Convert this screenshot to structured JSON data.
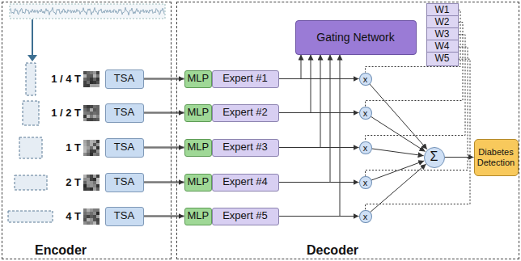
{
  "diagram": {
    "nodes": [
      {
        "text": [
          "Encoder"
        ]
      },
      {
        "text": [
          "TSA"
        ],
        "in": 0
      },
      {
        "text": [
          "TSA"
        ],
        "in": 0
      },
      {
        "text": [
          "TSA"
        ],
        "in": 0
      },
      {
        "text": [
          "TSA"
        ],
        "in": 0
      },
      {
        "text": [
          "TSA"
        ],
        "in": 0
      },
      {
        "text": [
          "Decoder"
        ]
      },
      {
        "text": [
          "Gating Network"
        ],
        "in": 6
      },
      {
        "text": [
          "W1"
        ],
        "in": 6
      },
      {
        "text": [
          "W2"
        ],
        "in": 6
      },
      {
        "text": [
          "W3"
        ],
        "in": 6
      },
      {
        "text": [
          "W4"
        ],
        "in": 6
      },
      {
        "text": [
          "W5"
        ],
        "in": 6
      },
      {
        "text": [
          "MLP"
        ],
        "in": 6
      },
      {
        "text": [
          "MLP"
        ],
        "in": 6
      },
      {
        "text": [
          "MLP"
        ],
        "in": 6
      },
      {
        "text": [
          "MLP"
        ],
        "in": 6
      },
      {
        "text": [
          "MLP"
        ],
        "in": 6
      },
      {
        "text": [
          "Expert #1"
        ],
        "in": 6
      },
      {
        "text": [
          "Expert #2"
        ],
        "in": 6
      },
      {
        "text": [
          "Expert #3"
        ],
        "in": 6
      },
      {
        "text": [
          "Expert #4"
        ],
        "in": 6
      },
      {
        "text": [
          "Expert #5"
        ],
        "in": 6
      },
      {
        "text": [
          "x"
        ],
        "in": 6
      },
      {
        "text": [
          "x"
        ],
        "in": 6
      },
      {
        "text": [
          "x"
        ],
        "in": 6
      },
      {
        "text": [
          "x"
        ],
        "in": 6
      },
      {
        "text": [
          "x"
        ],
        "in": 6
      },
      {
        "text": [
          "Σ"
        ],
        "in": 6
      },
      {
        "text": [
          "Diabetes Detection"
        ],
        "in": 6
      }
    ],
    "edges": [
      {
        "from": 1,
        "to": 13,
        "arrow": "to"
      },
      {
        "from": 2,
        "to": 14,
        "arrow": "to"
      },
      {
        "from": 3,
        "to": 15,
        "arrow": "to"
      },
      {
        "from": 4,
        "to": 16,
        "arrow": "to"
      },
      {
        "from": 5,
        "to": 17,
        "arrow": "to"
      },
      {
        "from": 18,
        "to": 7,
        "arrow": "to"
      },
      {
        "from": 19,
        "to": 7,
        "arrow": "to"
      },
      {
        "from": 20,
        "to": 7,
        "arrow": "to"
      },
      {
        "from": 21,
        "to": 7,
        "arrow": "to"
      },
      {
        "from": 22,
        "to": 7,
        "arrow": "to"
      },
      {
        "from": 18,
        "to": 23,
        "arrow": "to"
      },
      {
        "from": 19,
        "to": 24,
        "arrow": "to"
      },
      {
        "from": 20,
        "to": 25,
        "arrow": "to"
      },
      {
        "from": 21,
        "to": 26,
        "arrow": "to"
      },
      {
        "from": 22,
        "to": 27,
        "arrow": "to"
      },
      {
        "from": 8,
        "to": 23,
        "arrow": "none"
      },
      {
        "from": 9,
        "to": 24,
        "arrow": "none"
      },
      {
        "from": 10,
        "to": 25,
        "arrow": "none"
      },
      {
        "from": 11,
        "to": 26,
        "arrow": "none"
      },
      {
        "from": 12,
        "to": 27,
        "arrow": "none"
      },
      {
        "from": 23,
        "to": 28,
        "arrow": "to"
      },
      {
        "from": 24,
        "to": 28,
        "arrow": "to"
      },
      {
        "from": 25,
        "to": 28,
        "arrow": "to"
      },
      {
        "from": 26,
        "to": 28,
        "arrow": "to"
      },
      {
        "from": 27,
        "to": 28,
        "arrow": "to"
      },
      {
        "from": 28,
        "to": 29,
        "arrow": "to"
      }
    ],
    "labels": [
      "1 / 4 T",
      "1 / 2 T",
      "1 T",
      "2 T",
      "4 T"
    ]
  }
}
